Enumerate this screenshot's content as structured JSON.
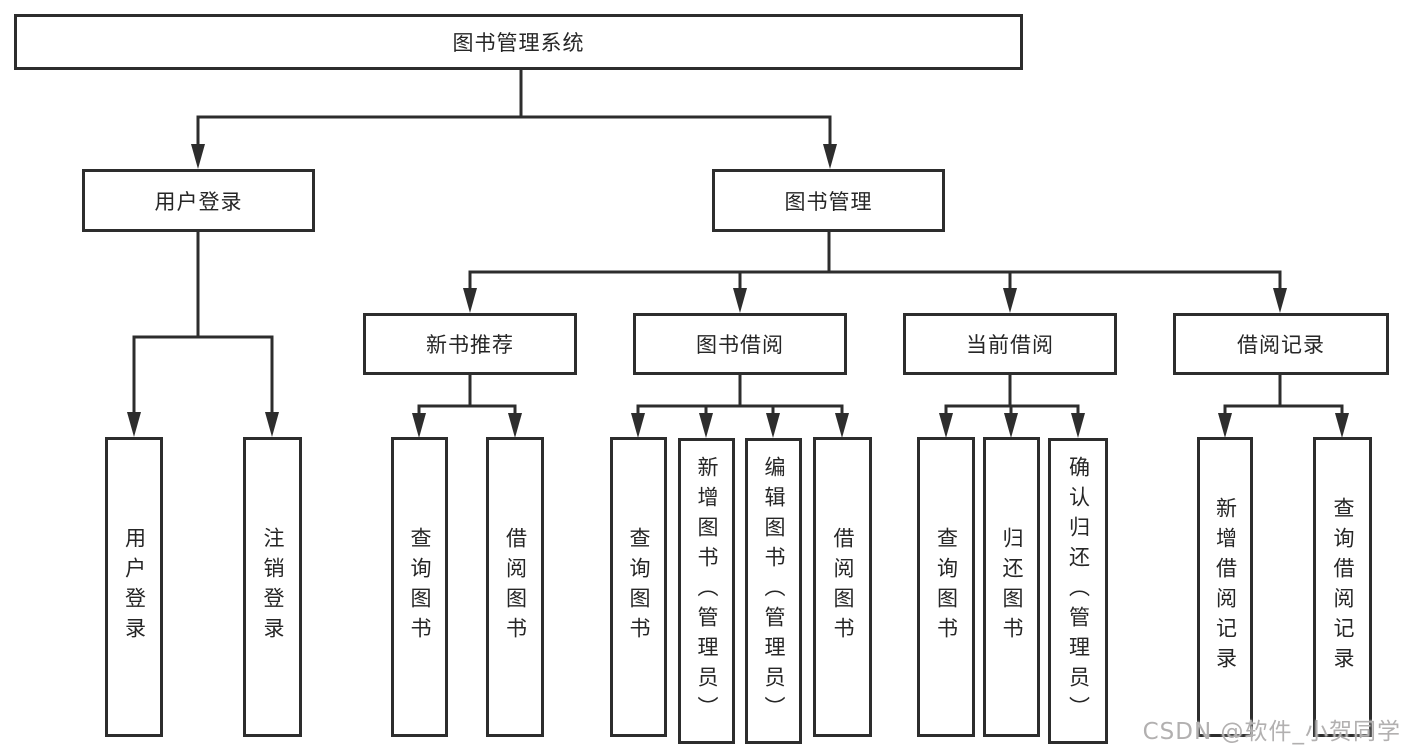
{
  "diagram": {
    "watermark": "CSDN @软件_小贺同学",
    "colors": {
      "background": "#ffffff",
      "line": "#2d2d2d",
      "box_border": "#2d2d2d",
      "box_background": "#ffffff",
      "text": "#262626",
      "watermark": "#b2b0b0"
    },
    "nodes": {
      "root": {
        "label": "图书管理系统"
      },
      "user_login_grp": {
        "label": "用户登录"
      },
      "book_mgmt": {
        "label": "图书管理"
      },
      "new_book": {
        "label": "新书推荐"
      },
      "book_borrow": {
        "label": "图书借阅"
      },
      "current_borrow": {
        "label": "当前借阅"
      },
      "borrow_record": {
        "label": "借阅记录"
      },
      "leaf_user_login": {
        "label": "用户登录"
      },
      "leaf_logout": {
        "label": "注销登录"
      },
      "leaf_nb_query": {
        "label": "查询图书"
      },
      "leaf_nb_borrow": {
        "label": "借阅图书"
      },
      "leaf_bb_query": {
        "label": "查询图书"
      },
      "leaf_bb_add": {
        "label": "新增图书（管理员）"
      },
      "leaf_bb_edit": {
        "label": "编辑图书（管理员）"
      },
      "leaf_bb_borrow": {
        "label": "借阅图书"
      },
      "leaf_cb_query": {
        "label": "查询图书"
      },
      "leaf_cb_return": {
        "label": "归还图书"
      },
      "leaf_cb_confirm": {
        "label": "确认归还（管理员）"
      },
      "leaf_br_add": {
        "label": "新增借阅记录"
      },
      "leaf_br_query": {
        "label": "查询借阅记录"
      }
    },
    "hierarchy": {
      "图书管理系统": {
        "用户登录": [
          "用户登录",
          "注销登录"
        ],
        "图书管理": {
          "新书推荐": [
            "查询图书",
            "借阅图书"
          ],
          "图书借阅": [
            "查询图书",
            "新增图书（管理员）",
            "编辑图书（管理员）",
            "借阅图书"
          ],
          "当前借阅": [
            "查询图书",
            "归还图书",
            "确认归还（管理员）"
          ],
          "借阅记录": [
            "新增借阅记录",
            "查询借阅记录"
          ]
        }
      }
    }
  }
}
